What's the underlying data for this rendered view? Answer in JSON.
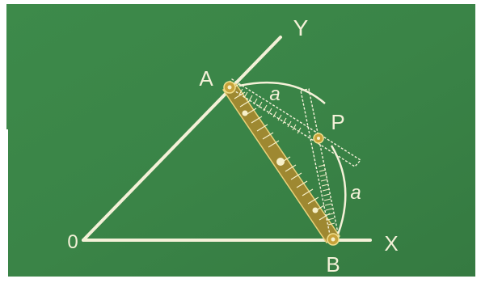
{
  "labels": {
    "y_axis": "Y",
    "x_axis": "X",
    "origin": "0",
    "point_a": "A",
    "point_b": "B",
    "point_p": "P",
    "length_upper": "a",
    "length_lower": "a"
  },
  "colors": {
    "board": "#3f8a4c",
    "board_shade": "#367a43",
    "chalk": "#f4f1d8",
    "rod_fill": "#b58a2c",
    "rod_edge": "#e9d27a",
    "spring": "#f6f0c9"
  }
}
